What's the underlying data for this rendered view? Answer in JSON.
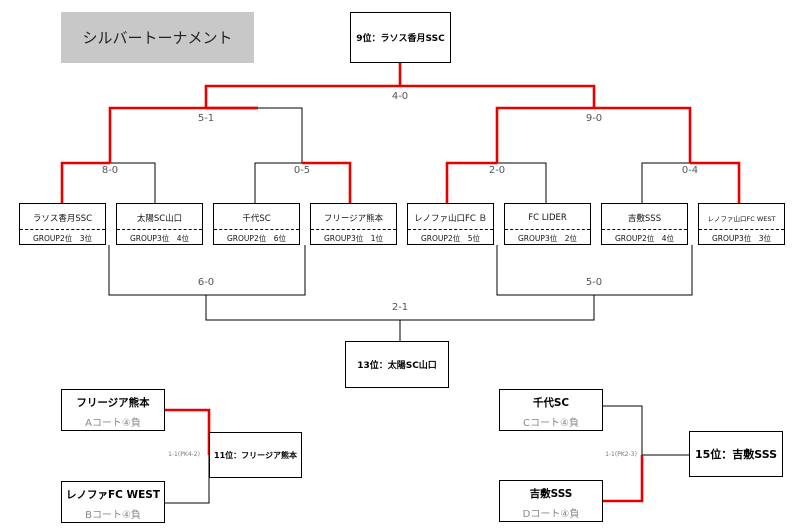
{
  "title": "シルバートーナメント",
  "results": {
    "champion": "9位：ラソス香月SSC",
    "thirteenth": "13位：太陽SC山口",
    "eleventh": "11位：フリージア熊本",
    "fifteenth": "15位：吉敷SSS"
  },
  "teams": [
    {
      "name": "ラソス香月SSC",
      "group": "GROUP2位　3位"
    },
    {
      "name": "太陽SC山口",
      "group": "GROUP3位　4位"
    },
    {
      "name": "千代SC",
      "group": "GROUP2位　6位"
    },
    {
      "name": "フリージア熊本",
      "group": "GROUP3位　1位"
    },
    {
      "name": "レノファ山口FC Ｂ",
      "group": "GROUP2位　5位"
    },
    {
      "name": "FC LIDER",
      "group": "GROUP3位　2位"
    },
    {
      "name": "吉敷SSS",
      "group": "GROUP2位　4位"
    },
    {
      "name": "レノファ山口FC WEST",
      "group": "GROUP3位　3位"
    }
  ],
  "scores": {
    "final": "4-0",
    "semi_left": "5-1",
    "semi_right": "9-0",
    "qf1": "8-0",
    "qf2": "0-5",
    "qf3": "2-0",
    "qf4": "0-4",
    "loser_left": "6-0",
    "loser_right": "5-0",
    "loser_final": "2-1",
    "playoff_left": "1-1(PK4-2)",
    "playoff_right": "1-1(PK2-3)"
  },
  "playoffs": {
    "left_top": {
      "name": "フリージア熊本",
      "court": "Aコート④負"
    },
    "left_bottom": {
      "name": "レノファFC WEST",
      "court": "Bコート④負"
    },
    "right_top": {
      "name": "千代SC",
      "court": "Cコート④負"
    },
    "right_bottom": {
      "name": "吉敷SSS",
      "court": "Dコート④負"
    }
  },
  "colors": {
    "win_line": "#e60000",
    "line": "#000000",
    "title_bg": "#c8c8c8"
  }
}
